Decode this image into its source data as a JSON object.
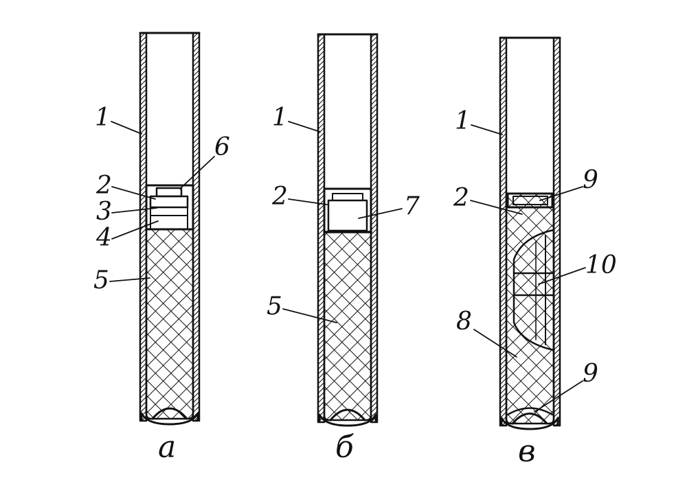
{
  "diagram": {
    "ink_color": "#111111",
    "background": "#ffffff",
    "panels": [
      {
        "id": "a",
        "caption": "а",
        "labels": [
          {
            "key": "l1",
            "text": "1"
          },
          {
            "key": "l2",
            "text": "2"
          },
          {
            "key": "l3",
            "text": "3"
          },
          {
            "key": "l4",
            "text": "4"
          },
          {
            "key": "l5",
            "text": "5"
          },
          {
            "key": "l6",
            "text": "6"
          }
        ]
      },
      {
        "id": "b",
        "caption": "б",
        "labels": [
          {
            "key": "l1",
            "text": "1"
          },
          {
            "key": "l2",
            "text": "2"
          },
          {
            "key": "l7",
            "text": "7"
          },
          {
            "key": "l5",
            "text": "5"
          }
        ]
      },
      {
        "id": "v",
        "caption": "в",
        "labels": [
          {
            "key": "l1",
            "text": "1"
          },
          {
            "key": "l9a",
            "text": "9"
          },
          {
            "key": "l2",
            "text": "2"
          },
          {
            "key": "l10",
            "text": "10"
          },
          {
            "key": "l8",
            "text": "8"
          },
          {
            "key": "l9b",
            "text": "9"
          }
        ]
      }
    ]
  }
}
